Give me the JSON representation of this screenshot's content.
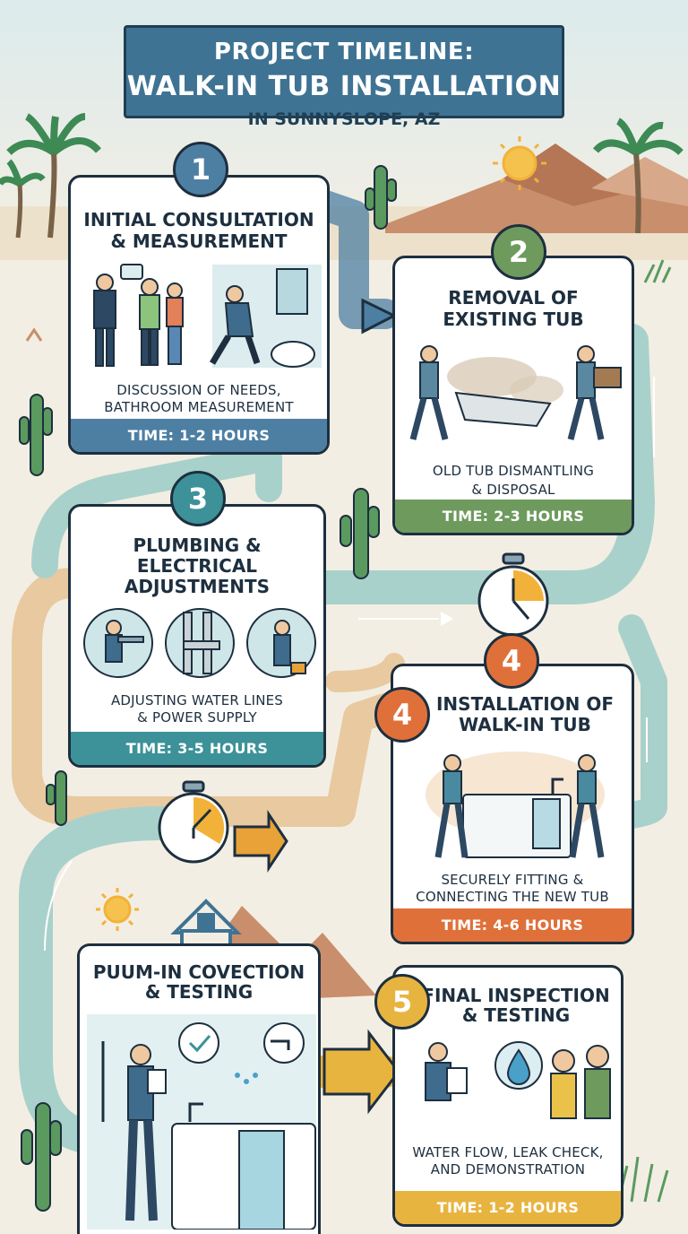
{
  "header": {
    "title_line1": "PROJECT TIMELINE:",
    "title_line2": "WALK-IN TUB INSTALLATION",
    "location": "IN SUNNYSLOPE, AZ"
  },
  "steps": [
    {
      "number": "1",
      "title_line1": "INITIAL CONSULTATION",
      "title_line2": "& MEASUREMENT",
      "desc_line1": "DISCUSSION OF NEEDS,",
      "desc_line2": "BATHROOM MEASUREMENT",
      "time": "TIME: 1-2 HOURS",
      "color": "#4d7fa3"
    },
    {
      "number": "2",
      "title_line1": "REMOVAL OF",
      "title_line2": "EXISTING TUB",
      "desc_line1": "OLD TUB DISMANTLING",
      "desc_line2": "& DISPOSAL",
      "time": "TIME: 2-3 HOURS",
      "color": "#6e9a5e"
    },
    {
      "number": "3",
      "title_line1": "PLUMBING &",
      "title_line2": "ELECTRICAL",
      "title_line3": "ADJUSTMENTS",
      "desc_line1": "ADJUSTING WATER LINES",
      "desc_line2": "& POWER SUPPLY",
      "time": "TIME: 3-5 HOURS",
      "color": "#3c9298"
    },
    {
      "number": "4",
      "title_line1": "INSTALLATION OF",
      "title_line2": "WALK-IN TUB",
      "desc_line1": "SECURELY FITTING &",
      "desc_line2": "CONNECTING THE NEW TUB",
      "time": "TIME: 4-6 HOURS",
      "color": "#e0703a"
    },
    {
      "title_line1": "PUUM-IN COVECTION",
      "title_line2": "& TESTING"
    },
    {
      "number": "5",
      "title_line1": "FINAL INSPECTION",
      "title_line2": "& TESTING",
      "desc_line1": "WATER FLOW, LEAK CHECK,",
      "desc_line2": "AND DEMONSTRATION",
      "time": "TIME: 1-2 HOURS",
      "color": "#e8b440"
    }
  ],
  "extra_badge": "4",
  "palette": {
    "navy": "#1d2f3f",
    "path": "#a9d1cb",
    "sand": "#e9dcc2",
    "sun": "#f2b23a"
  },
  "icons": [
    "palm-tree-icon",
    "cactus-icon",
    "sun-icon",
    "stopwatch-icon",
    "house-icon",
    "arrow-icon",
    "checkmark-shield-icon",
    "faucet-icon",
    "water-drop-icon"
  ]
}
